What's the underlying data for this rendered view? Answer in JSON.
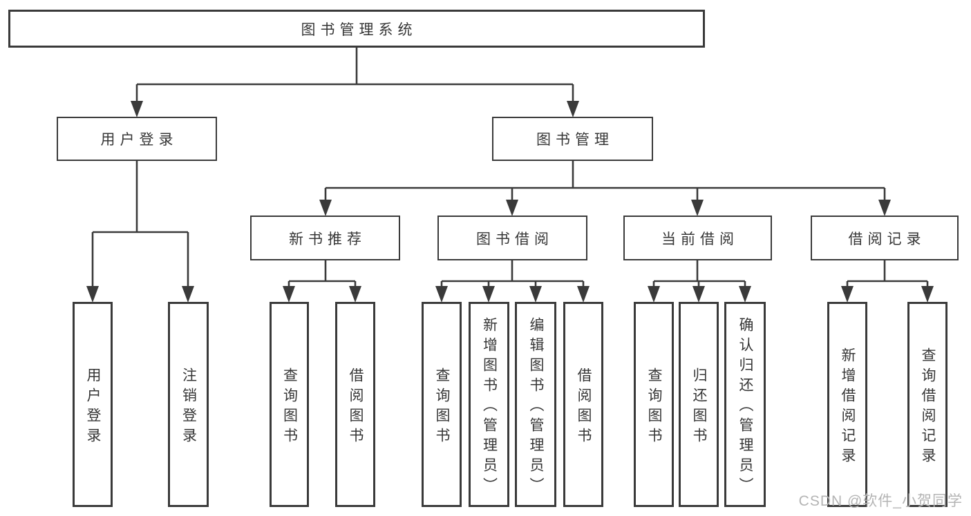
{
  "title": "图书管理系统",
  "user_login": {
    "label": "用户登录",
    "children": [
      "用户登录",
      "注销登录"
    ]
  },
  "book_management": {
    "label": "图书管理",
    "sections": [
      {
        "label": "新书推荐",
        "children": [
          "查询图书",
          "借阅图书"
        ]
      },
      {
        "label": "图书借阅",
        "children": [
          "查询图书",
          "新增图书（管理员）",
          "编辑图书（管理员）",
          "借阅图书"
        ]
      },
      {
        "label": "当前借阅",
        "children": [
          "查询图书",
          "归还图书",
          "确认归还（管理员）"
        ]
      },
      {
        "label": "借阅记录",
        "children": [
          "新增借阅记录",
          "查询借阅记录"
        ]
      }
    ]
  },
  "watermark": "CSDN @软件_小贺同学",
  "colors": {
    "line": "#3a3a3a",
    "border": "#3a3a3a",
    "text": "#363636",
    "background": "#ffffff",
    "watermark": "#b4b4b4"
  }
}
